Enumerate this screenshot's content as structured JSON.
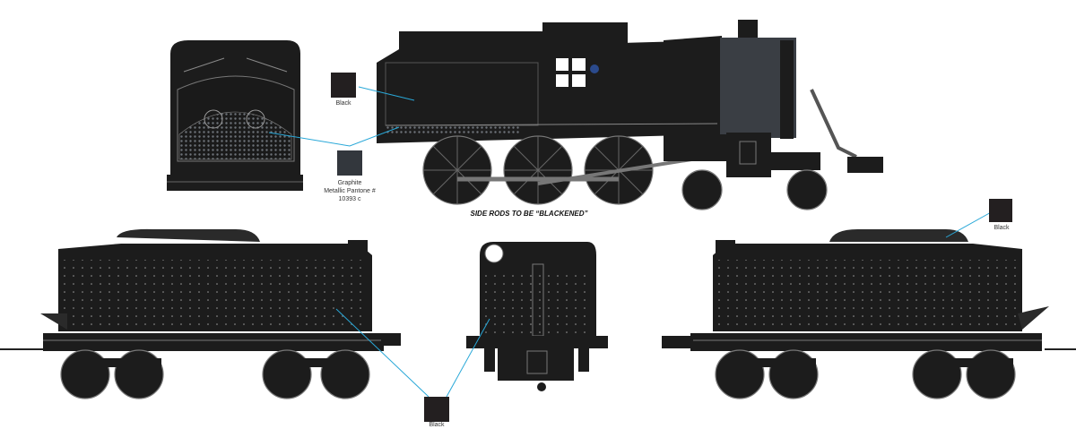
{
  "note": "SIDE RODS TO BE “BLACKENED”",
  "swatches": [
    {
      "label": "Black",
      "color": "#231f20"
    },
    {
      "label_lines": [
        "Graphite",
        "Metallic Pantone #",
        "10393 c"
      ],
      "color": "#33373d"
    },
    {
      "label": "Black",
      "color": "#231f20"
    },
    {
      "label": "Black",
      "color": "#231f20"
    }
  ],
  "colors": {
    "body": "#1c1c1c",
    "graphite": "#3a3e44",
    "leader": "#29a8d8",
    "rivet": "#8a8a8a"
  }
}
